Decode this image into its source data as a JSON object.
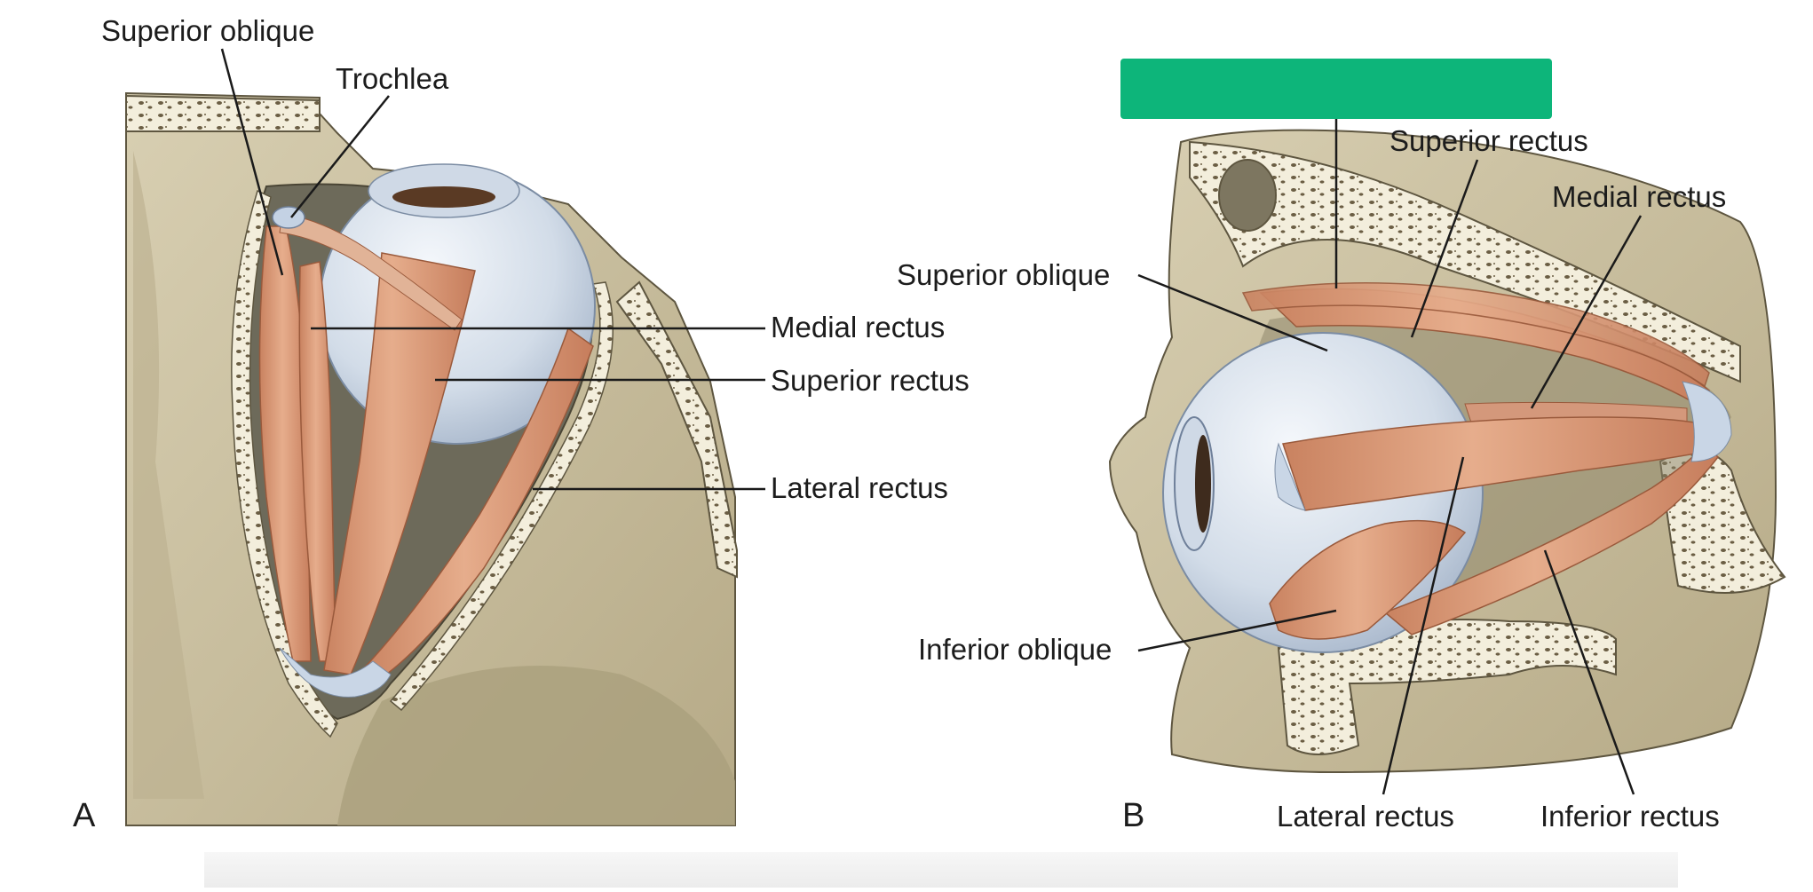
{
  "figure": {
    "panel_a": {
      "letter": "A",
      "labels": {
        "superior_oblique": "Superior oblique",
        "trochlea": "Trochlea",
        "medial_rectus": "Medial rectus",
        "superior_rectus": "Superior rectus",
        "lateral_rectus": "Lateral rectus"
      }
    },
    "panel_b": {
      "letter": "B",
      "labels": {
        "superior_rectus": "Superior rectus",
        "medial_rectus": "Medial rectus",
        "superior_oblique": "Superior oblique",
        "inferior_oblique": "Inferior oblique",
        "lateral_rectus": "Lateral rectus",
        "inferior_rectus": "Inferior rectus"
      }
    }
  },
  "colors": {
    "bone": "#cfc4a5",
    "bone_dark": "#a39775",
    "cortical": "#f4efdc",
    "muscle": "#d99b78",
    "muscle_light": "#e8b898",
    "eyeball": "#d9e2ec",
    "tendon": "#c9d6e6",
    "redaction": "#0db57a",
    "leader": "#1a1a1a"
  }
}
